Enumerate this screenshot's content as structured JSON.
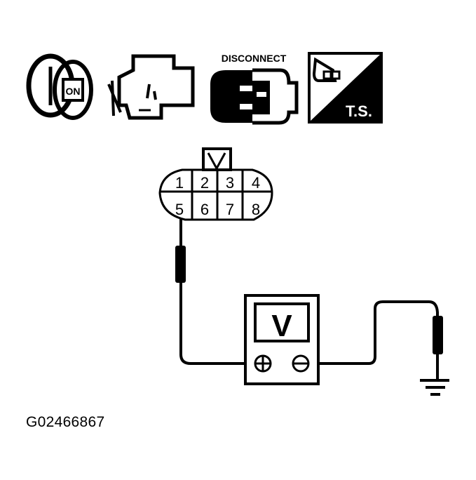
{
  "icons": {
    "ignition": {
      "name": "ignition-on-icon",
      "text": "ON"
    },
    "engine": {
      "name": "engine-icon"
    },
    "disconnect": {
      "name": "disconnect-connector-icon",
      "text": "DISCONNECT"
    },
    "terminal_side": {
      "name": "terminal-side-icon",
      "text": "T.S."
    }
  },
  "connector": {
    "pins_top": [
      "1",
      "2",
      "3",
      "4"
    ],
    "pins_bottom": [
      "5",
      "6",
      "7",
      "8"
    ],
    "probed_pin": "5"
  },
  "meter": {
    "display": "V",
    "plus": "+",
    "minus": "−"
  },
  "figure_id": "G02466867",
  "colors": {
    "ink": "#000000",
    "background": "#ffffff"
  }
}
